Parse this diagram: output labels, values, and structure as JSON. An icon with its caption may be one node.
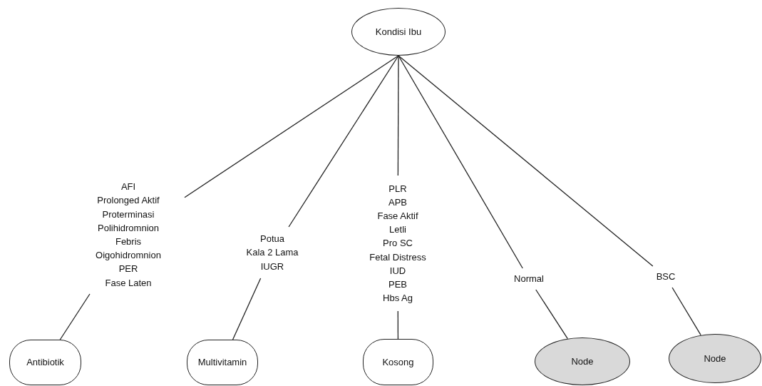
{
  "diagram": {
    "nodes": [
      {
        "text": [
          "Kondisi Ibu"
        ]
      },
      {
        "text": [
          "AFI",
          "Prolonged Aktif",
          "Proterminasi",
          "Polihidromnion",
          "Febris",
          "Oigohidromnion",
          "PER",
          "Fase Laten"
        ]
      },
      {
        "text": [
          "Antibiotik"
        ]
      },
      {
        "text": [
          "Potua",
          "Kala 2 Lama",
          "IUGR"
        ]
      },
      {
        "text": [
          "Multivitamin"
        ]
      },
      {
        "text": [
          "PLR",
          "APB",
          "Fase Aktif",
          "Letli",
          "Pro SC",
          "Fetal Distress",
          "IUD",
          "PEB",
          "Hbs Ag"
        ]
      },
      {
        "text": [
          "Kosong"
        ]
      },
      {
        "text": [
          "Normal"
        ]
      },
      {
        "text": [
          "Node"
        ]
      },
      {
        "text": [
          "BSC"
        ]
      },
      {
        "text": [
          "Node"
        ]
      }
    ],
    "edges": [
      {
        "from": 0,
        "to": 1,
        "arrow": "none"
      },
      {
        "from": 1,
        "to": 2,
        "arrow": "none"
      },
      {
        "from": 0,
        "to": 3,
        "arrow": "none"
      },
      {
        "from": 3,
        "to": 4,
        "arrow": "none"
      },
      {
        "from": 0,
        "to": 5,
        "arrow": "none"
      },
      {
        "from": 5,
        "to": 6,
        "arrow": "none"
      },
      {
        "from": 0,
        "to": 7,
        "arrow": "none"
      },
      {
        "from": 7,
        "to": 8,
        "arrow": "none"
      },
      {
        "from": 0,
        "to": 9,
        "arrow": "none"
      },
      {
        "from": 9,
        "to": 10,
        "arrow": "none"
      }
    ]
  }
}
